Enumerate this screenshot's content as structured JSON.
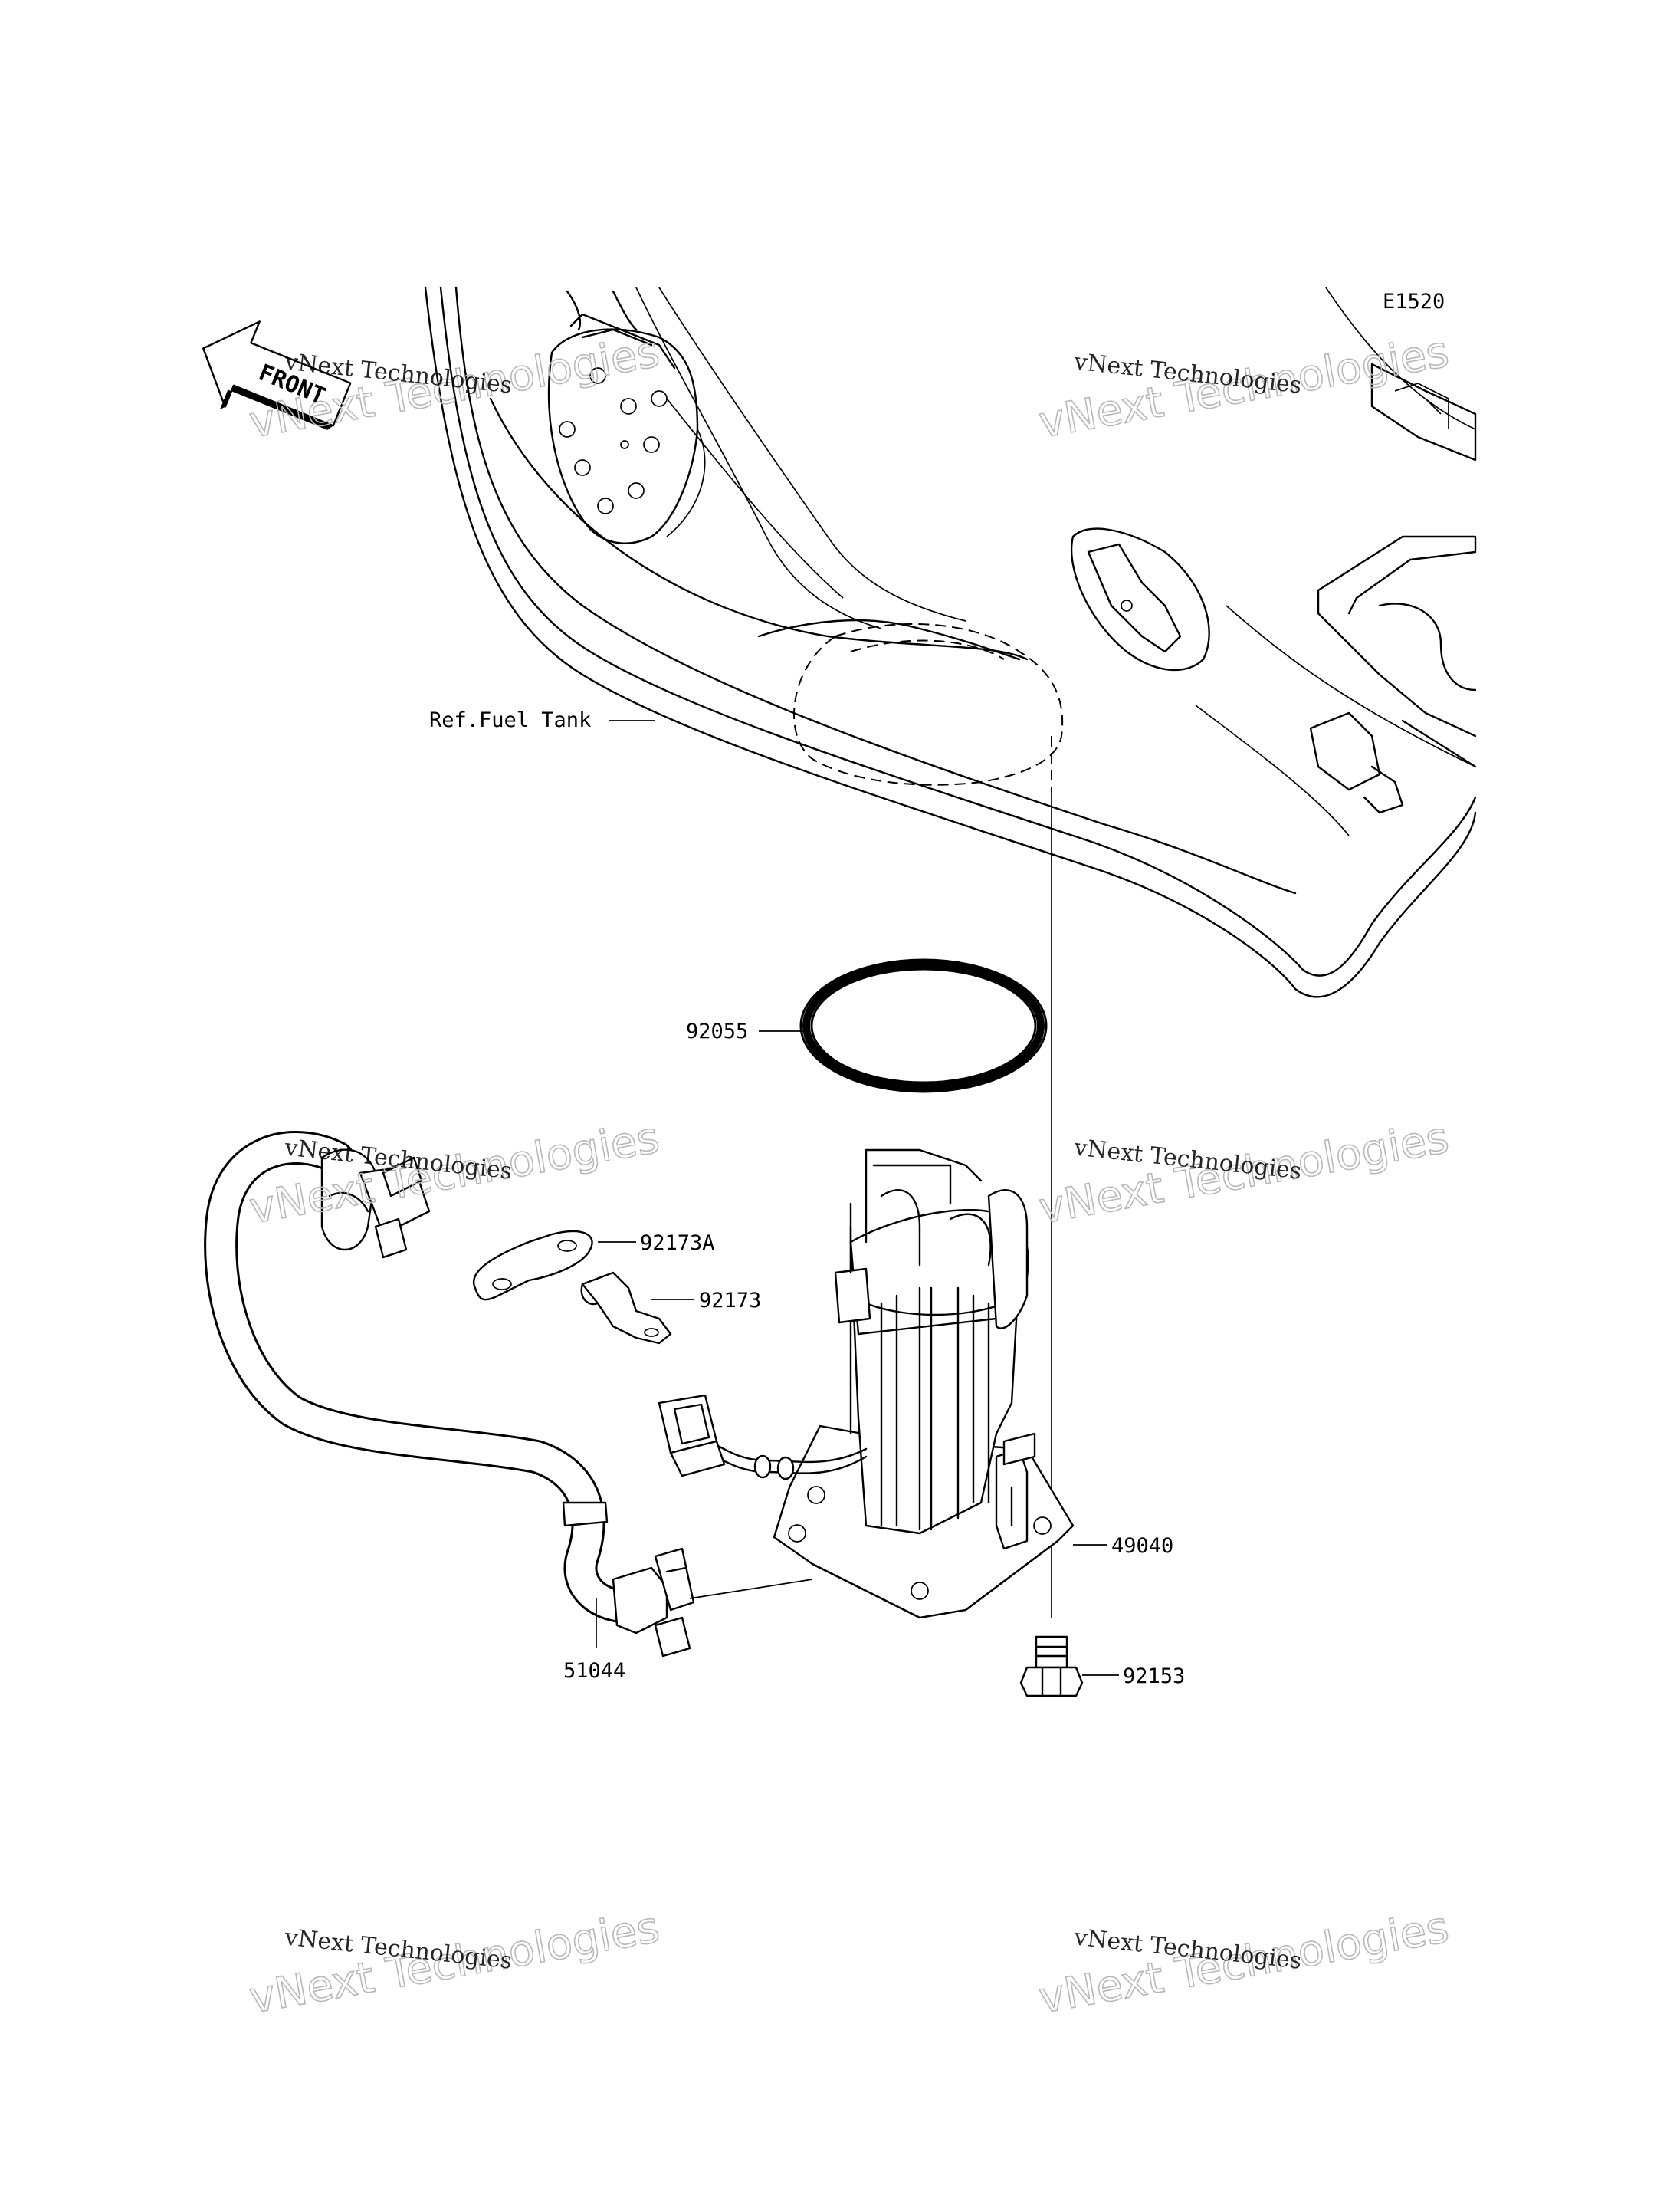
{
  "diagram_code": "E1520",
  "front_arrow_label": "FRONT",
  "reference_label": "Ref.Fuel Tank",
  "part_labels": {
    "o_ring": "92055",
    "plate": "92173A",
    "clamp": "92173",
    "pump_assembly": "49040",
    "bolt": "92153",
    "hose": "51044"
  },
  "watermarks": [
    {
      "line1": "vNext Technologies",
      "line2": "vNext Technologies"
    },
    {
      "line1": "vNext Technologies",
      "line2": "vNext Technologies"
    },
    {
      "line1": "vNext Technologies",
      "line2": "vNext Technologies"
    },
    {
      "line1": "vNext Technologies",
      "line2": "vNext Technologies"
    },
    {
      "line1": "vNext Technologies",
      "line2": "vNext Technologies"
    },
    {
      "line1": "vNext Technologies",
      "line2": "vNext Technologies"
    }
  ]
}
